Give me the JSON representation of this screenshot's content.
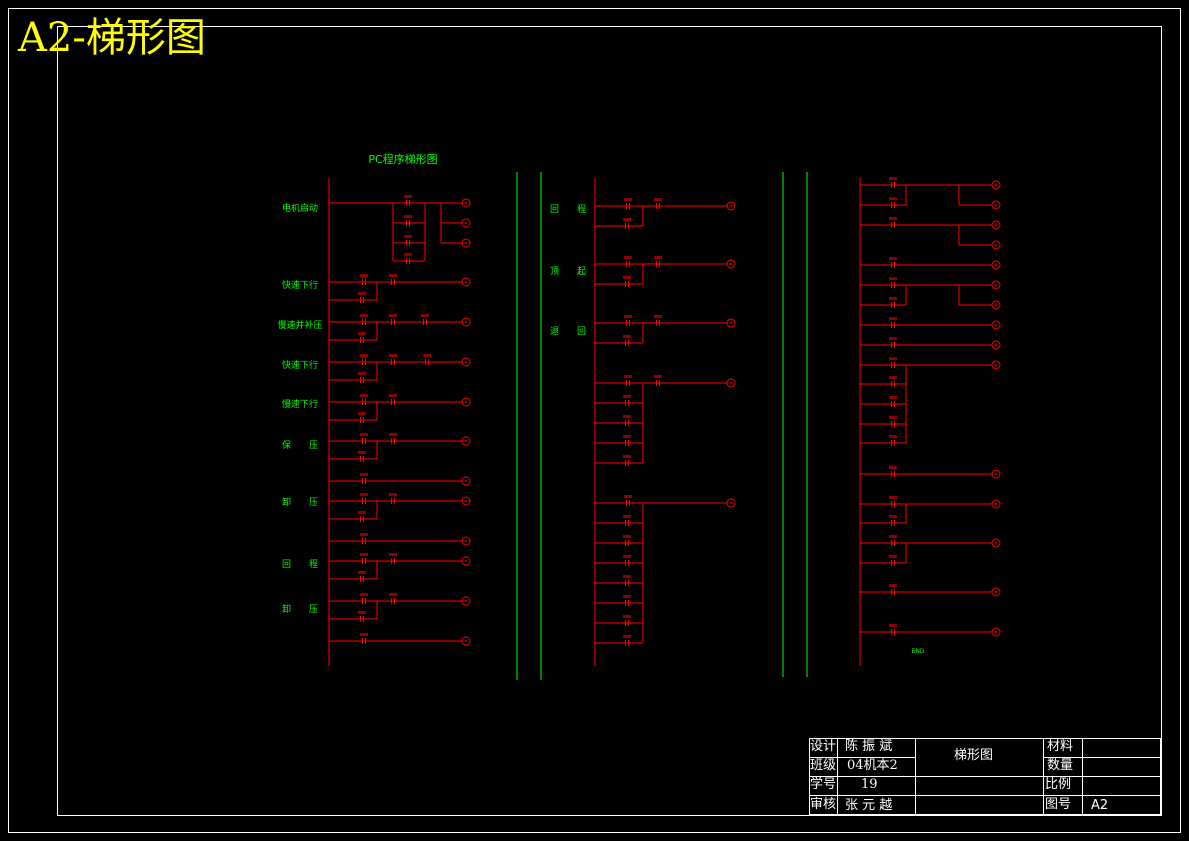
{
  "sheet_title": "A2-梯形图",
  "diagram_title": "PC程序梯形图",
  "colors": {
    "rung": "#ff0000",
    "label": "#00ff00",
    "frame": "#ffffff",
    "sheet_title": "#ffff00"
  },
  "left_section": {
    "labels": [
      "电机启动",
      "快速下行",
      "慢速并补压",
      "快速下行",
      "慢速下行",
      "保　　压",
      "卸　　压",
      "回　　程",
      "卸　　压"
    ]
  },
  "middle_section": {
    "labels": [
      "回　　程",
      "顶　　起",
      "退　　回"
    ]
  },
  "right_section": {
    "bottom_label": "END"
  },
  "title_block": {
    "design_label": "设计",
    "design_value": "陈 振 斌",
    "class_label": "班级",
    "class_value": "04机本2",
    "student_no_label": "学号",
    "student_no_value": "19",
    "review_label": "审核",
    "review_value": "张 元 越",
    "drawing_name": "梯形图",
    "material_label": "材料",
    "material_value": "",
    "quantity_label": "数量",
    "quantity_value": "",
    "scale_label": "比例",
    "scale_value": "",
    "drawing_no_label": "图号",
    "drawing_no_value": "A2"
  }
}
